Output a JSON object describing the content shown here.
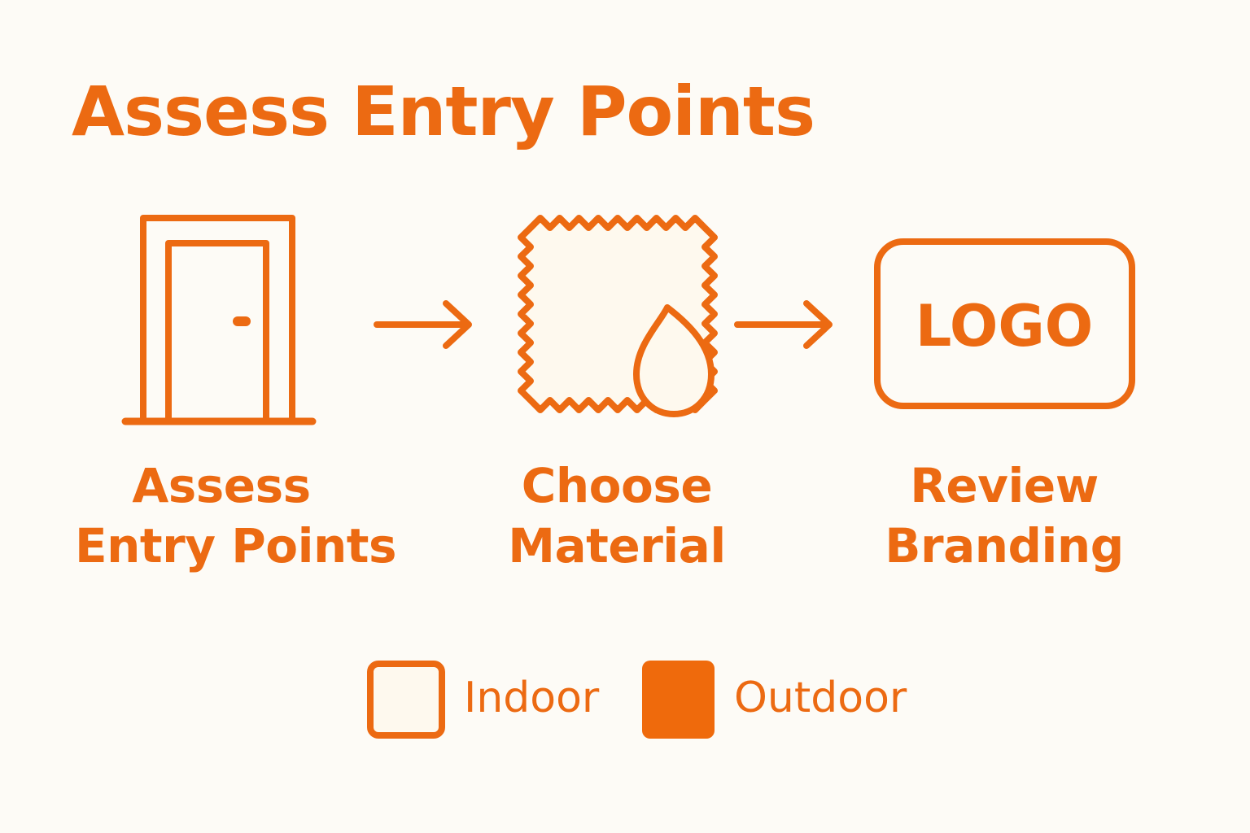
{
  "title": "Assess Entry Points",
  "colors": {
    "accent": "#ec6a12",
    "background": "#fdfbf6",
    "indoor_fill": "#fef9ee",
    "outdoor_fill": "#ef6a0c"
  },
  "steps": [
    {
      "icon": "door-icon",
      "line1": "Assess",
      "line2": "Entry Points"
    },
    {
      "icon": "fabric-swatch-drop-icon",
      "line1": "Choose",
      "line2": "Material"
    },
    {
      "icon": "logo-sign-icon",
      "line1": "Review",
      "line2": "Branding"
    }
  ],
  "logo_text": "LOGO",
  "legend": [
    {
      "label": "Indoor"
    },
    {
      "label": "Outdoor"
    }
  ]
}
